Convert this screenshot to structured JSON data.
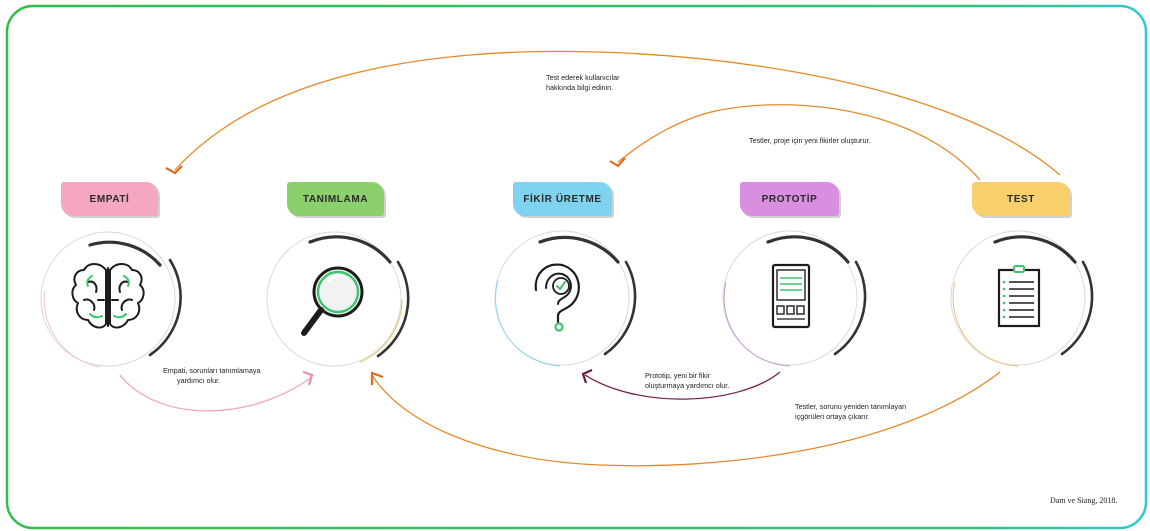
{
  "stages": [
    {
      "label": "EMPATİ",
      "icon": "brain-icon",
      "color": "#f5a7c0"
    },
    {
      "label": "TANIMLAMA",
      "icon": "magnifier-icon",
      "color": "#8ccf6d"
    },
    {
      "label": "FİKİR ÜRETME",
      "icon": "idea-spiral-icon",
      "color": "#7fd3ef"
    },
    {
      "label": "PROTOTİP",
      "icon": "prototype-device-icon",
      "color": "#d98fe0"
    },
    {
      "label": "TEST",
      "icon": "checklist-icon",
      "color": "#f9cf6c"
    }
  ],
  "notes": {
    "test_users": [
      "Test ederek kullanıcılar",
      "hakkında bilgi edinin."
    ],
    "test_ideas": [
      "Testler, proje için yeni fikirler oluşturur."
    ],
    "empathy_define": [
      "Empati, sorunları tanımlamaya",
      "yardımcı olur."
    ],
    "prototype_ideas": [
      "Prototip, yeni bir fikir",
      "oluşturmaya yardımcı olur."
    ],
    "test_insights": [
      "Testler, sorunu yeniden tanımlayan",
      "içgörüleri ortaya çıkarır."
    ]
  },
  "citation": "Dam ve Siang, 2018.",
  "colors": {
    "frame_green": "#2fbf4a",
    "frame_teal": "#2fc8c8",
    "arrow_orange": "#e58a2a",
    "arrow_pink": "#f0a7bf",
    "arrow_maroon": "#7a1f4a",
    "accent_green": "#3cc56a"
  }
}
